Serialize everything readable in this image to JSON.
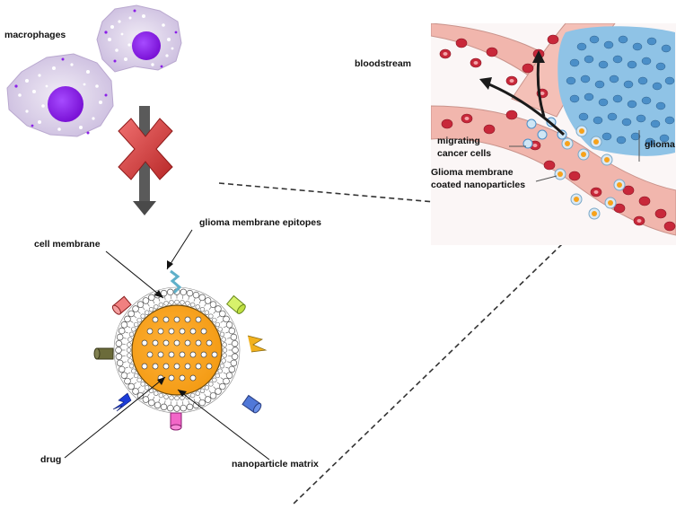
{
  "labels": {
    "macrophages": "macrophages",
    "bloodstream": "bloodstream",
    "migrating_line1": "migrating",
    "migrating_line2": "cancer cells",
    "glioma": "glioma",
    "coated_line1": "Glioma membrane",
    "coated_line2": "coated nanoparticles",
    "epitopes": "glioma membrane epitopes",
    "cell_membrane": "cell membrane",
    "drug": "drug",
    "nanoparticle_matrix": "nanoparticle matrix"
  },
  "colors": {
    "macrophage_body": "#d9cde6",
    "macrophage_nucleus": "#8b1fe8",
    "blood_vessel": "#f1b6ad",
    "red_blood_cell": "#c8283a",
    "tumor_cell": "#4b8fc8",
    "nanoparticle_core": "#f7a21b",
    "block_cross": "#d63a3a"
  },
  "icons": {
    "block": "red-x-cross-icon",
    "arrow": "down-arrow-icon"
  }
}
